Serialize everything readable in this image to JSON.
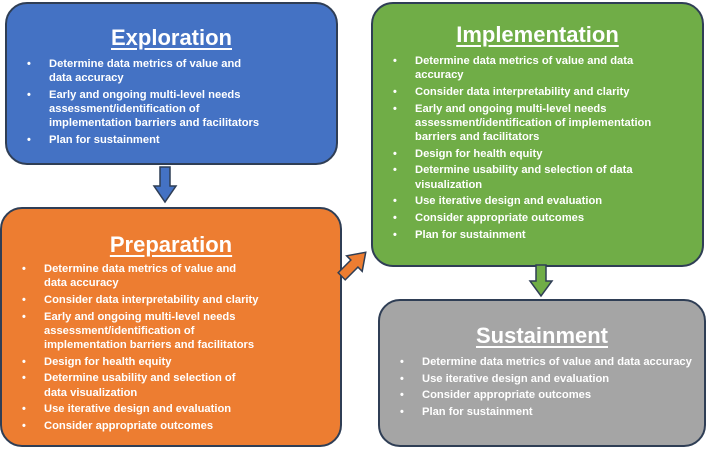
{
  "colors": {
    "exploration": "#4472c4",
    "preparation": "#ed7d31",
    "implementation": "#70ad47",
    "sustainment": "#a5a5a5"
  },
  "exploration": {
    "title": "Exploration",
    "items": [
      "Determine data metrics of value and data accuracy",
      "Early and ongoing multi-level needs assessment/identification of implementation barriers and facilitators",
      "Plan for sustainment"
    ]
  },
  "preparation": {
    "title": "Preparation",
    "items": [
      "Determine data metrics of value and data accuracy",
      "Consider data interpretability and clarity",
      "Early and ongoing multi-level needs assessment/identification of implementation barriers and facilitators",
      "Design for health equity",
      "Determine usability and selection of data visualization",
      "Use iterative design and evaluation",
      "Consider appropriate outcomes"
    ]
  },
  "implementation": {
    "title": "Implementation",
    "items": [
      "Determine data metrics of value and data accuracy",
      "Consider data interpretability and clarity",
      "Early and ongoing multi-level needs assessment/identification of implementation barriers and facilitators",
      "Design for health equity",
      "Determine usability and selection of data visualization",
      "Use iterative design and evaluation",
      "Consider appropriate outcomes",
      "Plan for sustainment"
    ]
  },
  "sustainment": {
    "title": "Sustainment",
    "items": [
      "Determine data metrics of value and data accuracy",
      "Use iterative design and evaluation",
      "Consider appropriate outcomes",
      "Plan for sustainment"
    ]
  }
}
